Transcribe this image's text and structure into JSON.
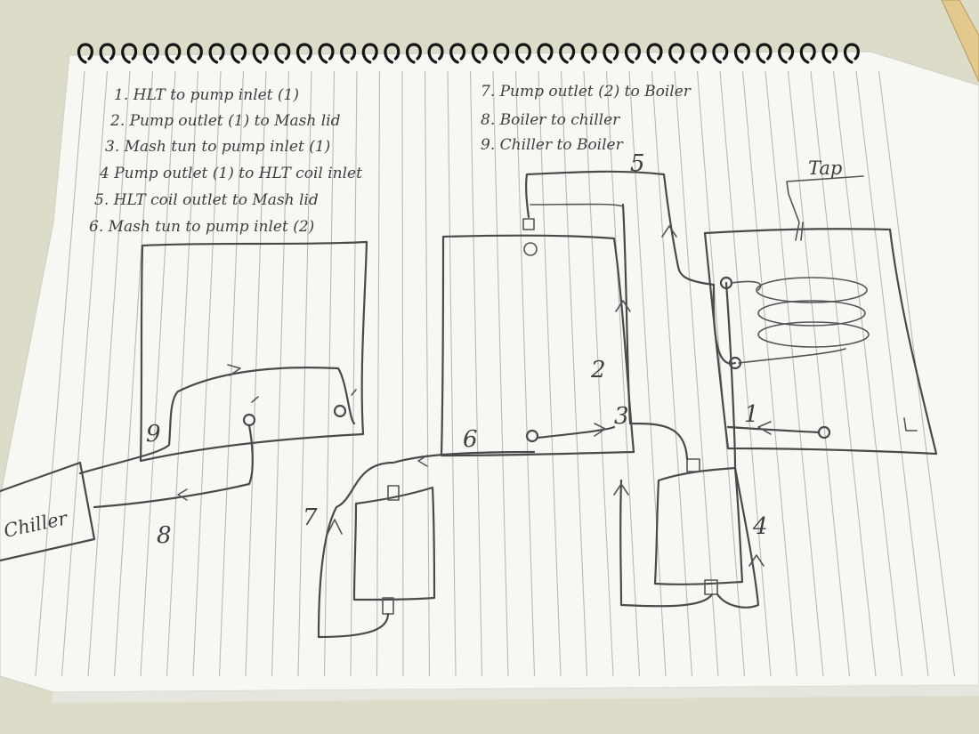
{
  "notes": {
    "left": [
      "1. HLT to pump inlet (1)",
      "2. Pump outlet (1) to Mash lid",
      "3. Mash tun to pump inlet (1)",
      "4 Pump outlet (1) to HLT coil inlet",
      "5. HLT coil outlet to Mash lid",
      "6. Mash tun to pump inlet (2)"
    ],
    "right": [
      "7. Pump outlet (2) to Boiler",
      "8. Boiler to chiller",
      "9. Chiller to Boiler"
    ]
  },
  "labels": {
    "chiller": "Chiller",
    "tap": "Tap",
    "n1": "1",
    "n2": "2",
    "n3": "3",
    "n4": "4",
    "n5": "5",
    "n6": "6",
    "n7": "7",
    "n8": "8",
    "n9": "9"
  }
}
